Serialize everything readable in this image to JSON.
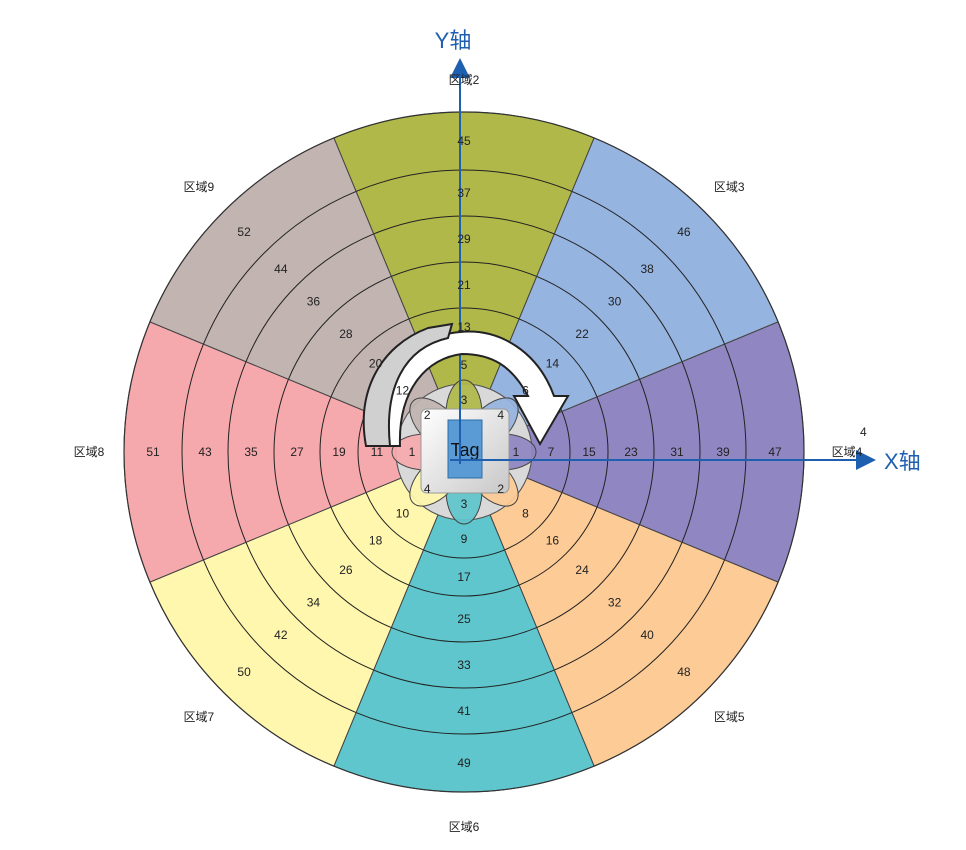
{
  "axes": {
    "y_label": "Y轴",
    "x_label": "X轴",
    "axis_color": "#1f5fb0"
  },
  "tag": {
    "label": "Tag"
  },
  "stray_label": "4",
  "regions": [
    {
      "label": "区域2",
      "color": "#b0b84a",
      "numbers": [
        "13",
        "21",
        "29",
        "37",
        "45"
      ],
      "inner": "5"
    },
    {
      "label": "区域3",
      "color": "#96b4e0",
      "numbers": [
        "14",
        "22",
        "30",
        "38",
        "46"
      ],
      "inner": "6"
    },
    {
      "label": "区域4",
      "color": "#9086c2",
      "numbers": [
        "7",
        "15",
        "23",
        "31",
        "39",
        "47"
      ],
      "inner": ""
    },
    {
      "label": "区域5",
      "color": "#fdcb95",
      "numbers": [
        "8",
        "16",
        "24",
        "32",
        "40",
        "48"
      ],
      "inner": ""
    },
    {
      "label": "区域6",
      "color": "#5ec6cc",
      "numbers": [
        "9",
        "17",
        "25",
        "33",
        "41",
        "49"
      ],
      "inner": ""
    },
    {
      "label": "区域7",
      "color": "#fff7ad",
      "numbers": [
        "10",
        "18",
        "26",
        "34",
        "42",
        "50"
      ],
      "inner": ""
    },
    {
      "label": "区域8",
      "color": "#f6a9ad",
      "numbers": [
        "11",
        "19",
        "27",
        "35",
        "43",
        "51"
      ],
      "inner": ""
    },
    {
      "label": "区域9",
      "color": "#c1b4b1",
      "numbers": [
        "12",
        "20",
        "28",
        "36",
        "44",
        "52"
      ],
      "inner": ""
    }
  ],
  "center_petals": [
    {
      "number": "1",
      "color": "#9086c2"
    },
    {
      "number": "2",
      "color": "#fdcb95"
    },
    {
      "number": "3",
      "color": "#5ec6cc"
    },
    {
      "number": "4",
      "color": "#fff7ad"
    },
    {
      "number": "1",
      "color": "#f6a9ad"
    },
    {
      "number": "2",
      "color": "#c1b4b1"
    },
    {
      "number": "3",
      "color": "#b0b84a"
    },
    {
      "number": "4",
      "color": "#96b4e0"
    }
  ]
}
